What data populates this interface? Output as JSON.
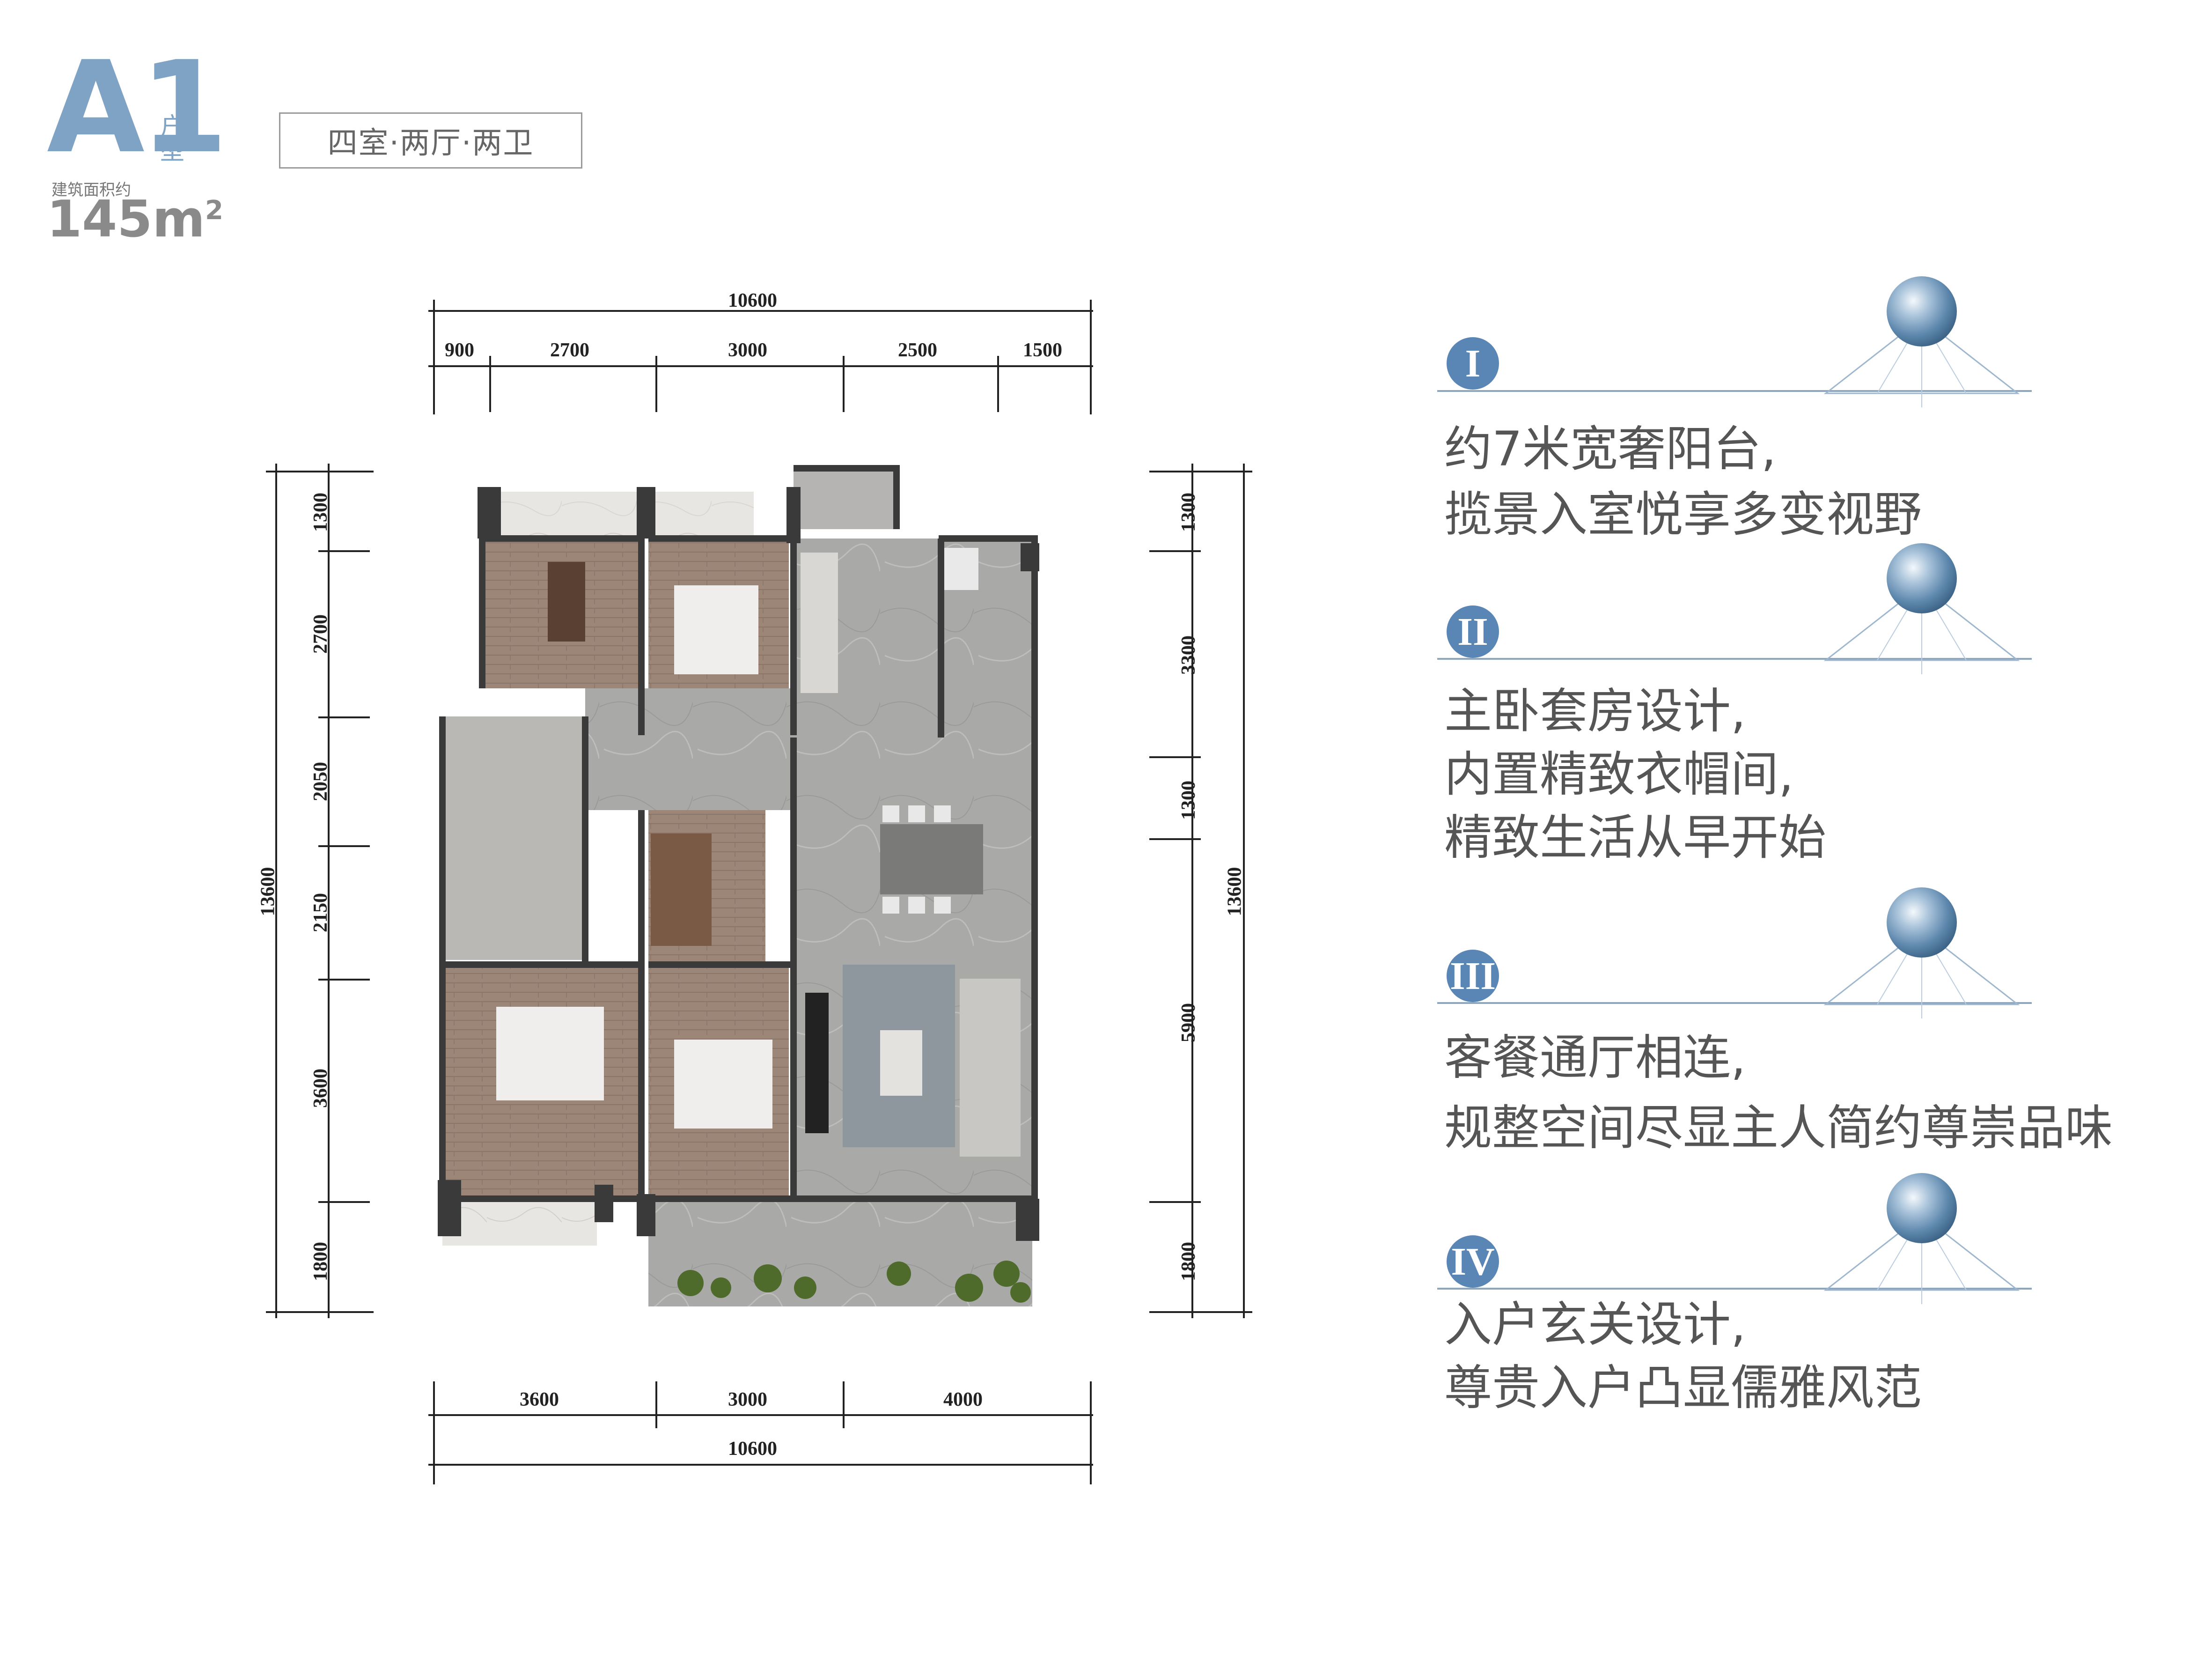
{
  "header": {
    "unit_code": "A1",
    "unit_suffix": "户型",
    "area_label": "建筑面积约",
    "area_value": "145m",
    "area_unit_sup": "2",
    "layout_type": "四室·两厅·两卫"
  },
  "dimensions": {
    "top_total": "10600",
    "top_segments": [
      "900",
      "2700",
      "3000",
      "2500",
      "1500"
    ],
    "bottom_segments": [
      "3600",
      "3000",
      "4000"
    ],
    "bottom_total": "10600",
    "left_total": "13600",
    "left_segments": [
      "1300",
      "2700",
      "2050",
      "2150",
      "3600",
      "1800"
    ],
    "right_total": "13600",
    "right_segments": [
      "1300",
      "3300",
      "1300",
      "5900",
      "1800"
    ]
  },
  "features": [
    {
      "marker": "I",
      "lines": [
        "约7米宽奢阳台,",
        "揽景入室悦享多变视野"
      ]
    },
    {
      "marker": "II",
      "lines": [
        "主卧套房设计,",
        "内置精致衣帽间,",
        "精致生活从早开始"
      ]
    },
    {
      "marker": "III",
      "lines": [
        "客餐通厅相连,",
        "规整空间尽显主人简约尊崇品味"
      ]
    },
    {
      "marker": "IV",
      "lines": [
        "入户玄关设计,",
        "尊贵入户凸显儒雅风范"
      ]
    }
  ],
  "colors": {
    "accent": "#7fa3c4",
    "marker": "#5a86b6",
    "wall": "#3a3a3a",
    "wood_floor": "#9c8678",
    "stone_floor": "#a9a9a7",
    "plant": "#4e6b2c"
  }
}
